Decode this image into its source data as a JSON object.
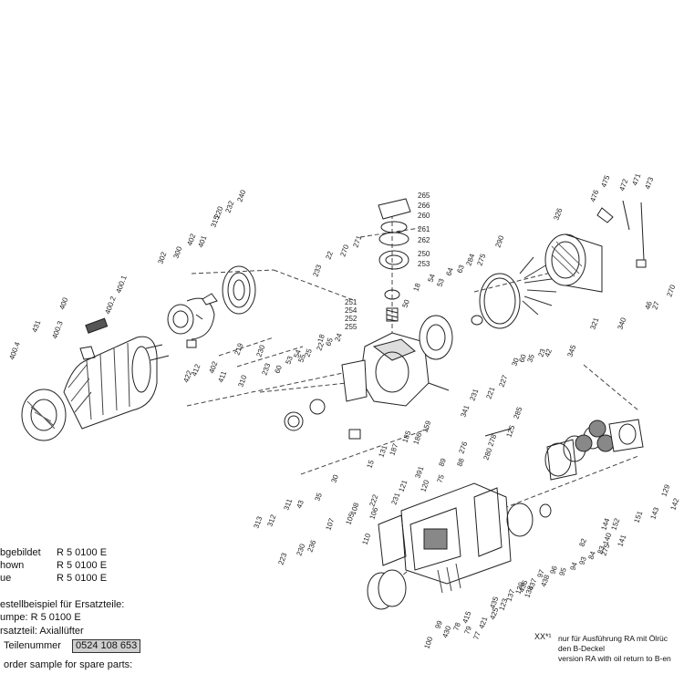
{
  "part_labels": {
    "top": [
      "265",
      "266",
      "260",
      "261",
      "262",
      "250",
      "253",
      "251",
      "254",
      "252",
      "255"
    ],
    "motor": [
      "400",
      "400.1",
      "400.2",
      "400.3",
      "400.4",
      "431",
      "302",
      "300",
      "402",
      "401",
      "315",
      "232",
      "220",
      "240",
      "412",
      "422",
      "402",
      "411",
      "219",
      "230"
    ],
    "body": [
      "271",
      "270",
      "233",
      "22",
      "50",
      "18",
      "54",
      "53",
      "64",
      "63",
      "284",
      "275",
      "290",
      "326",
      "476",
      "475",
      "472",
      "471",
      "473",
      "46",
      "27",
      "270",
      "321",
      "340",
      "345",
      "23",
      "42",
      "60",
      "35",
      "30",
      "227",
      "221",
      "231",
      "341",
      "159",
      "186",
      "185",
      "187",
      "131",
      "15",
      "24",
      "65",
      "22",
      "25",
      "54",
      "55",
      "18",
      "53",
      "60",
      "233",
      "310",
      "313",
      "312",
      "311",
      "43",
      "35",
      "30"
    ],
    "lower": [
      "285",
      "125",
      "278",
      "280",
      "276",
      "88",
      "89",
      "391",
      "120",
      "121",
      "75",
      "222",
      "231",
      "108",
      "105",
      "106",
      "107",
      "230",
      "236",
      "223",
      "110",
      "435",
      "436",
      "437",
      "438",
      "140",
      "141",
      "142",
      "143",
      "144",
      "151",
      "152",
      "97",
      "96",
      "95",
      "94",
      "93",
      "84",
      "83",
      "82",
      "129",
      "137",
      "139",
      "138",
      "123",
      "425",
      "415",
      "421",
      "79",
      "78",
      "77",
      "430",
      "99",
      "100",
      "275"
    ]
  },
  "info": {
    "line1_label": "bgebildet",
    "line1_value": "R 5 0100 E",
    "line2_label": "hown",
    "line2_value": "R 5 0100 E",
    "line3_label": "ue",
    "line3_value": "R 5 0100 E",
    "line4": "estellbeispiel für Ersatzteile:",
    "line5": "umpe: R 5 0100 E",
    "line6": "rsatzteil: Axiallüfter",
    "line7_label": "Teilenummer",
    "line7_value": "0524 108 653",
    "line8": "order sample for spare parts:"
  },
  "footnote": {
    "mark": "XX*¹",
    "text1": "nur für Ausführung RA mit Ölrüc",
    "text2": "den B-Deckel",
    "text3": "version RA with oil return to B-en"
  }
}
